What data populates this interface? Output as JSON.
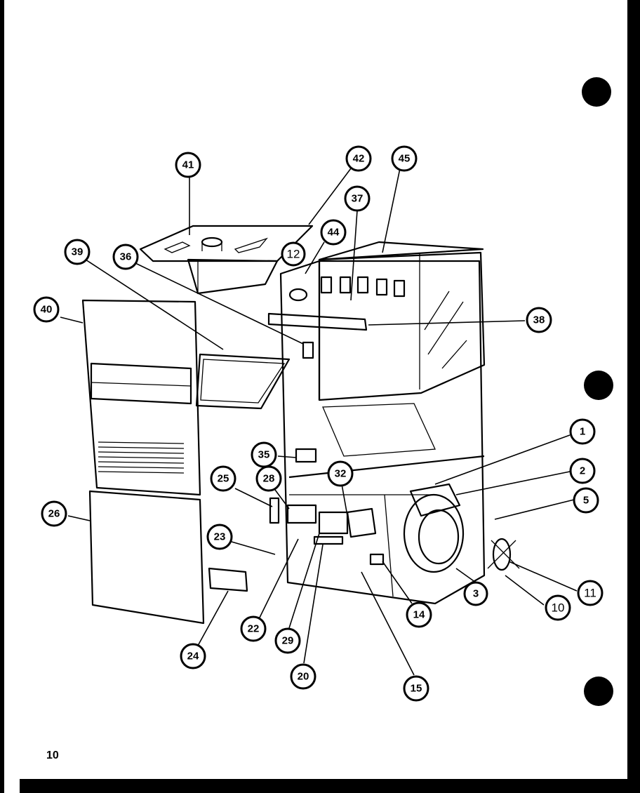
{
  "page": {
    "number": "10"
  },
  "callouts": [
    {
      "id": "c41",
      "label": "41"
    },
    {
      "id": "c42",
      "label": "42"
    },
    {
      "id": "c37",
      "label": "37"
    },
    {
      "id": "c45",
      "label": "45"
    },
    {
      "id": "c44",
      "label": "44"
    },
    {
      "id": "c12",
      "label": "12"
    },
    {
      "id": "c39",
      "label": "39"
    },
    {
      "id": "c36",
      "label": "36"
    },
    {
      "id": "c40",
      "label": "40"
    },
    {
      "id": "c38",
      "label": "38"
    },
    {
      "id": "c1",
      "label": "1"
    },
    {
      "id": "c2",
      "label": "2"
    },
    {
      "id": "c5",
      "label": "5"
    },
    {
      "id": "c35",
      "label": "35"
    },
    {
      "id": "c25",
      "label": "25"
    },
    {
      "id": "c28",
      "label": "28"
    },
    {
      "id": "c32",
      "label": "32"
    },
    {
      "id": "c26",
      "label": "26"
    },
    {
      "id": "c23",
      "label": "23"
    },
    {
      "id": "c3",
      "label": "3"
    },
    {
      "id": "c11",
      "label": "11"
    },
    {
      "id": "c10",
      "label": "10"
    },
    {
      "id": "c14",
      "label": "14"
    },
    {
      "id": "c22",
      "label": "22"
    },
    {
      "id": "c29",
      "label": "29"
    },
    {
      "id": "c24",
      "label": "24"
    },
    {
      "id": "c20",
      "label": "20"
    },
    {
      "id": "c15",
      "label": "15"
    }
  ]
}
